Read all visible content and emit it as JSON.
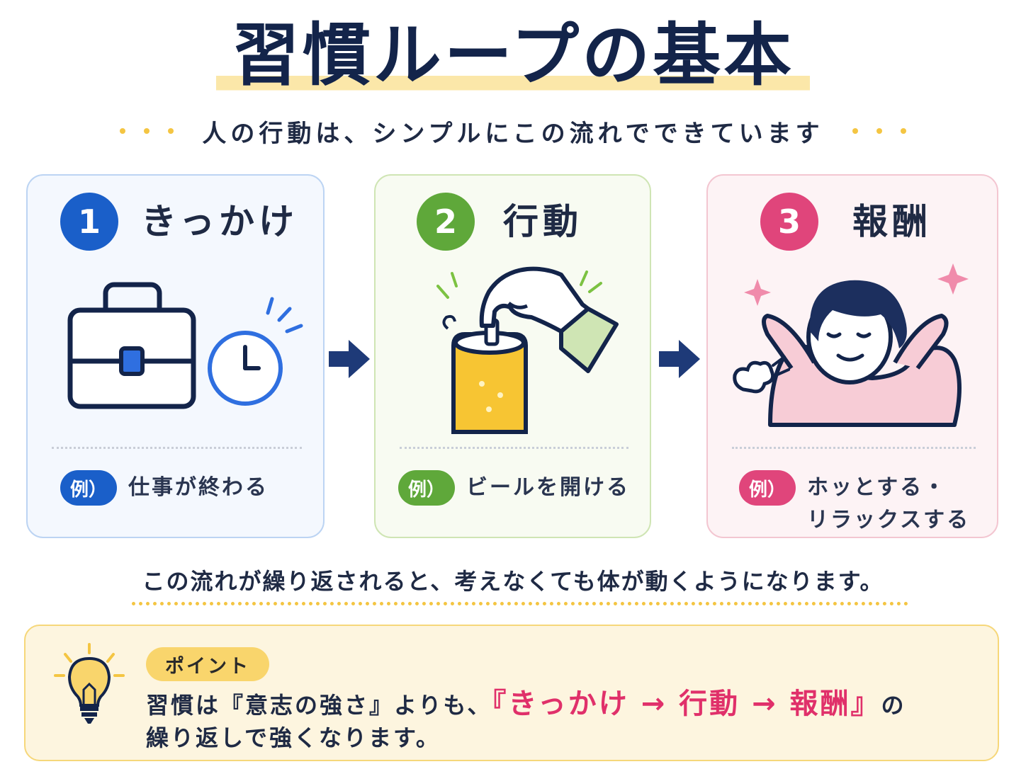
{
  "title": "習慣ループの基本",
  "subtitle": "人の行動は、シンプルにこの流れでできています",
  "steps": [
    {
      "number": "1",
      "label": "きっかけ",
      "example_badge": "例）",
      "example_lines": [
        "仕事が終わる"
      ],
      "color": "#1a5fc9"
    },
    {
      "number": "2",
      "label": "行動",
      "example_badge": "例）",
      "example_lines": [
        "ビールを開ける"
      ],
      "color": "#5fa83a"
    },
    {
      "number": "3",
      "label": "報酬",
      "example_badge": "例）",
      "example_lines": [
        "ホッとする・",
        "リラックスする"
      ],
      "color": "#e0457b"
    }
  ],
  "conclusion": "この流れが繰り返されると、考えなくても体が動くようになります。",
  "point": {
    "badge": "ポイント",
    "line1_prefix": "習慣は『意志の強さ』よりも、",
    "line1_highlight": "『きっかけ → 行動 → 報酬』",
    "line1_suffix": "の",
    "line2": "繰り返しで強くなります。"
  },
  "icons": {
    "card1": [
      "briefcase-icon",
      "clock-icon"
    ],
    "card2": [
      "hand-icon",
      "beer-can-icon"
    ],
    "card3": [
      "relaxed-person-icon",
      "sparkle-icon",
      "sigh-puff-icon"
    ],
    "point": "lightbulb-icon"
  },
  "colors": {
    "navy": "#13244a",
    "arrow": "#1e3a78",
    "highlight": "#e0306a",
    "yellow": "#f4c542"
  }
}
